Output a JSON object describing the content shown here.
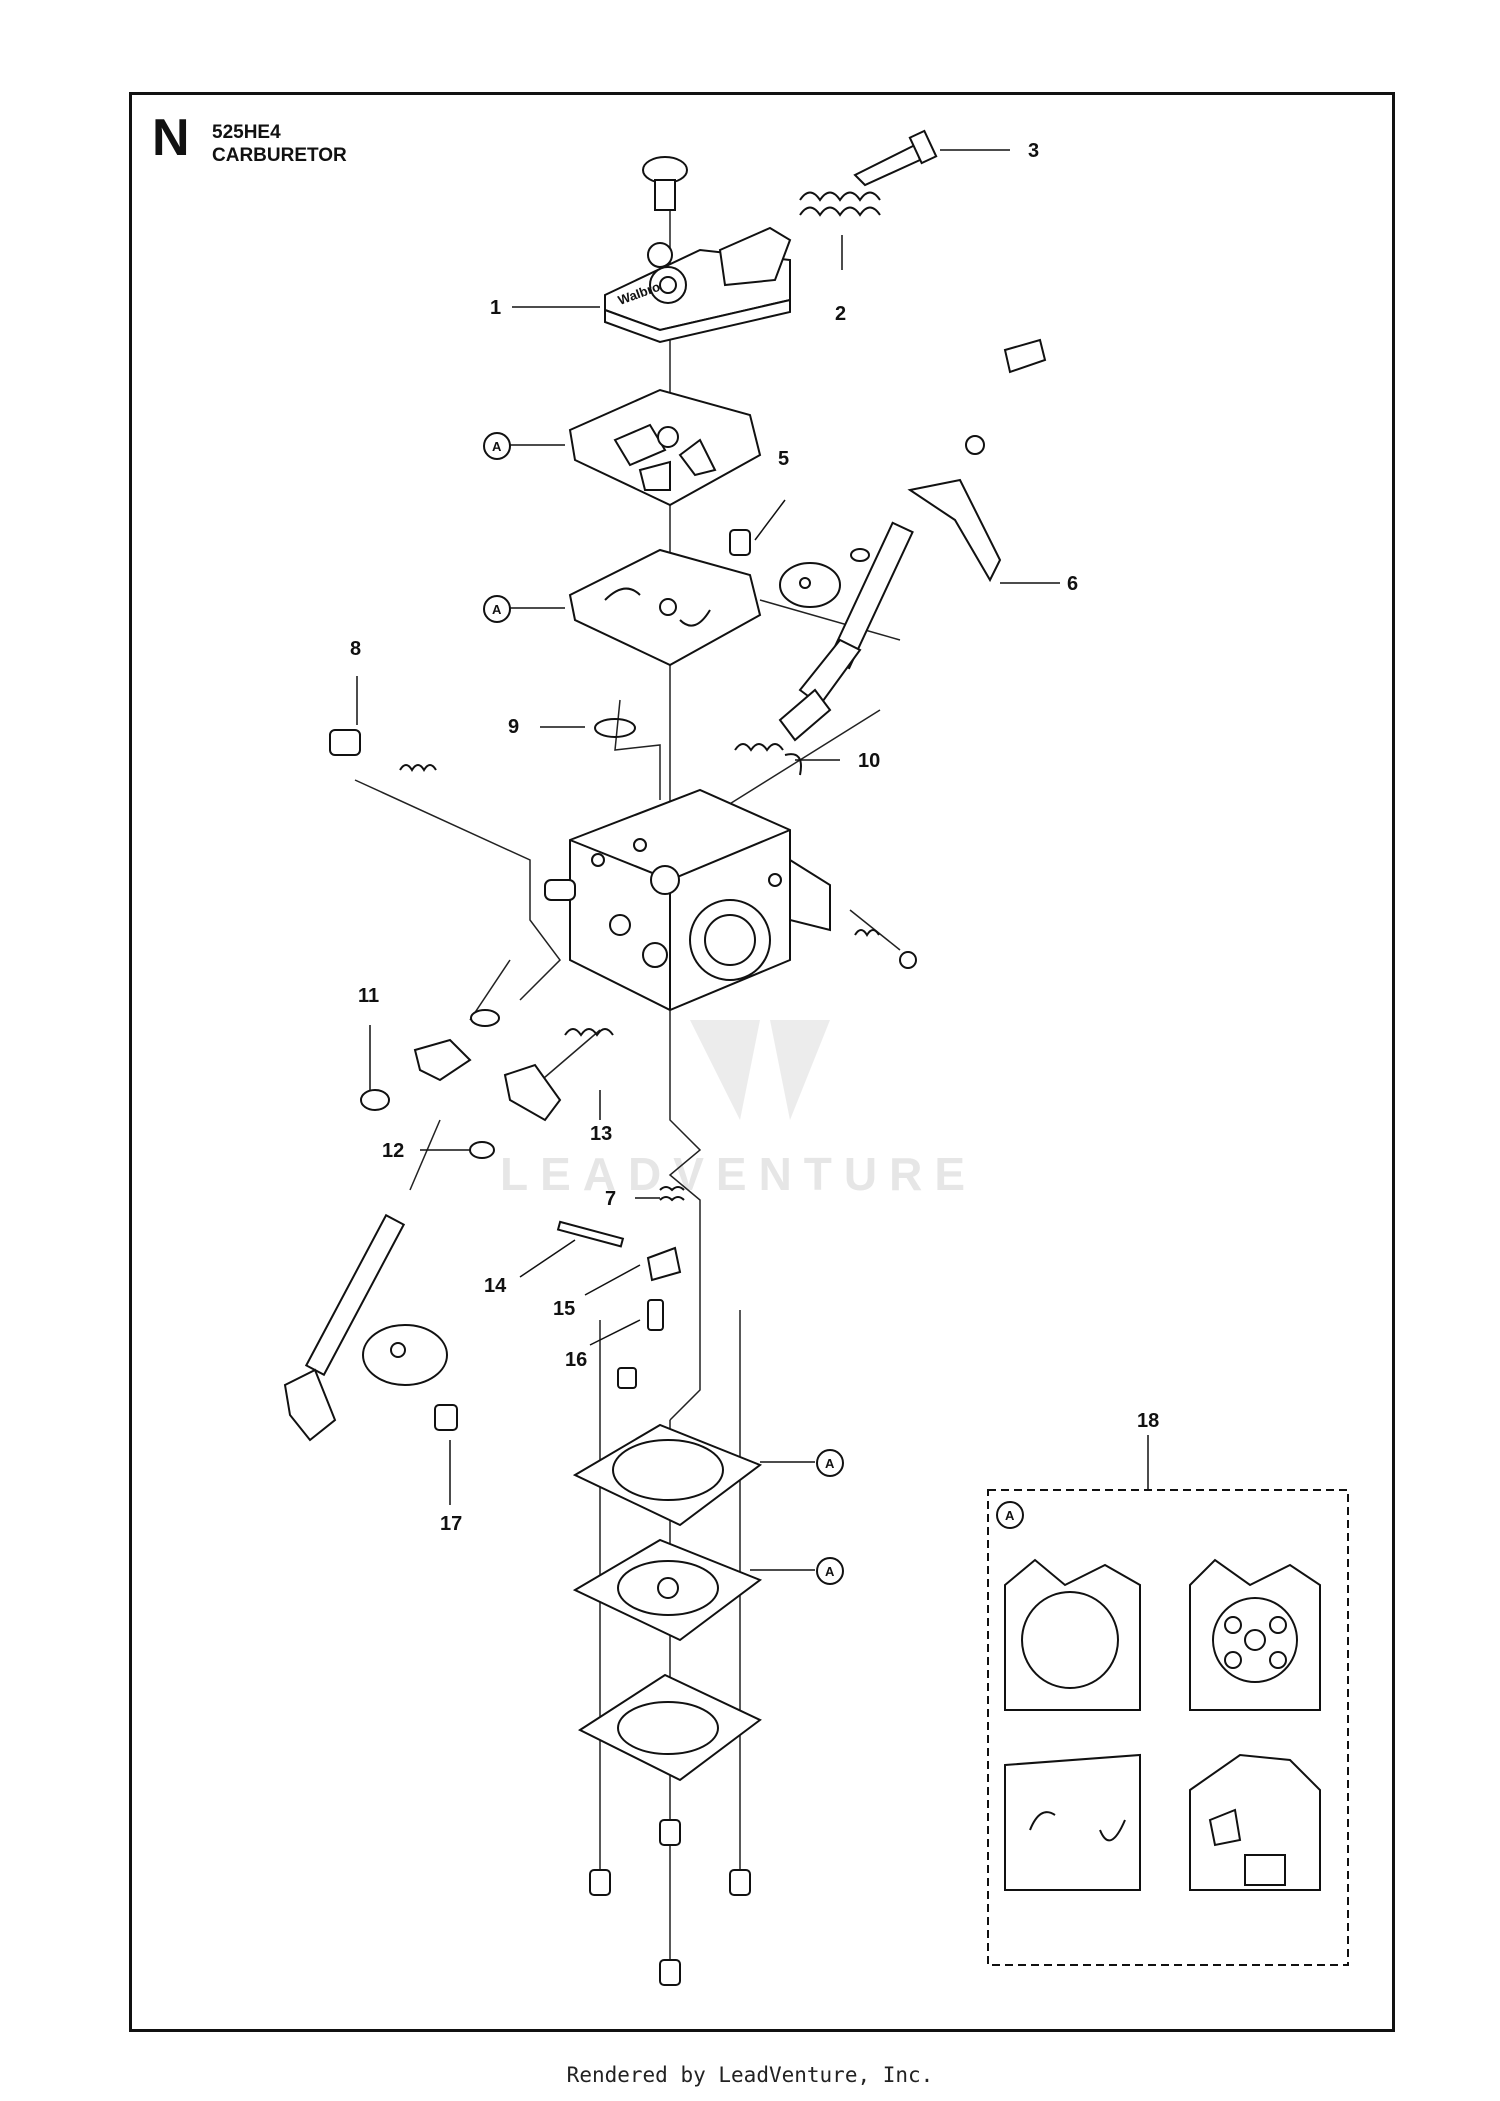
{
  "header": {
    "section_letter": "N",
    "model": "525HE4",
    "title": "CARBURETOR"
  },
  "callouts": [
    "1",
    "2",
    "3",
    "5",
    "6",
    "8",
    "9",
    "10",
    "11",
    "12",
    "13",
    "7",
    "14",
    "15",
    "16",
    "17",
    "18"
  ],
  "kit_marker": "A",
  "logo_text": "WaIbro",
  "watermark": "LEADVENTURE",
  "footer": "Rendered by LeadVenture, Inc."
}
